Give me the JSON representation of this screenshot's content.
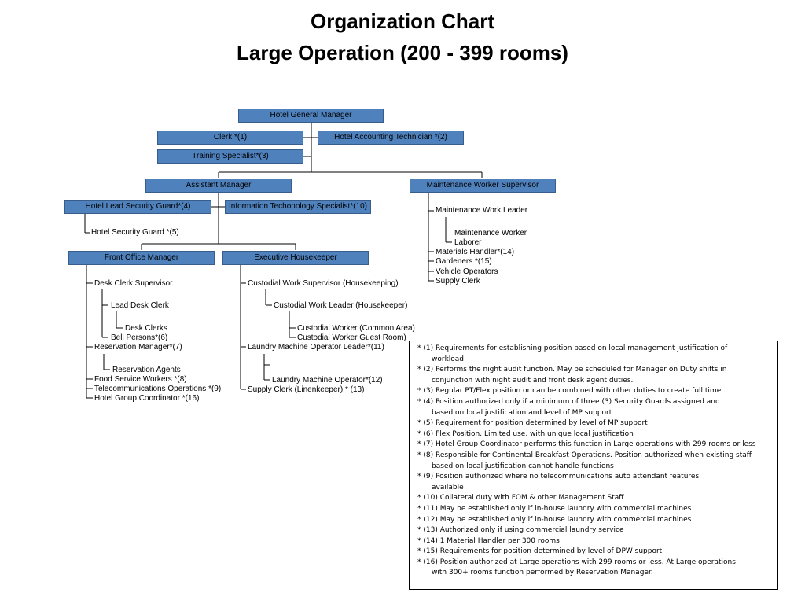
{
  "title": {
    "line1": "Organization Chart",
    "line2": "Large Operation (200 - 399 rooms)"
  },
  "boxes": {
    "general_manager": "Hotel General Manager",
    "clerk": "Clerk *(1)",
    "accounting_technician": "Hotel Accounting Technician *(2)",
    "training_specialist": "Training Specialist*(3)",
    "assistant_manager": "Assistant Manager",
    "maintenance_supervisor": "Maintenance Worker Supervisor",
    "lead_security_guard": "Hotel Lead Security Guard*(4)",
    "it_specialist": "Information Techonology Specialist*(10)",
    "front_office_manager": "Front Office Manager",
    "executive_housekeeper": "Executive Housekeeper"
  },
  "security": {
    "guard": "Hotel Security Guard *(5)"
  },
  "maintenance": {
    "work_leader": "Maintenance Work Leader",
    "worker_line1": "Maintenance Worker",
    "worker_line2": "Laborer",
    "materials_handler": "Materials Handler*(14)",
    "gardeners": "Gardeners *(15)",
    "vehicle_operators": "Vehicle Operators",
    "supply_clerk": "Supply Clerk"
  },
  "front_office": {
    "desk_clerk_supervisor": "Desk Clerk Supervisor",
    "lead_desk_clerk": "Lead Desk Clerk",
    "desk_clerks": "Desk Clerks",
    "bell_persons": "Bell Persons*(6)",
    "reservation_manager": "Reservation Manager*(7)",
    "reservation_agents": "Reservation Agents",
    "food_service": "Food Service Workers *(8)",
    "telecom": "Telecommunications Operations *(9)",
    "group_coordinator": "Hotel Group Coordinator *(16)"
  },
  "housekeeping": {
    "custodial_supervisor": "Custodial Work Supervisor (Housekeeping)",
    "custodial_leader": "Custodial Work Leader (Housekeeper)",
    "custodial_common": "Custodial Worker (Common Area)",
    "custodial_guest": "Custodial Worker Guest Room)",
    "laundry_leader": "Laundry Machine Operator Leader*(11)",
    "laundry_operator": "Laundry Machine Operator*(12)",
    "supply_clerk": "Supply Clerk (Linenkeeper) * (13)"
  },
  "notes": [
    "*  (1)  Requirements for establishing position based on local management justification of",
    "workload",
    "*  (2) Performs the night audit function. May be scheduled for Manager on Duty shifts in",
    "conjunction with night audit and front desk agent duties.",
    "*  (3) Regular PT/Flex position or can be combined with other duties to create full time",
    "*  (4)  Position authorized only if a minimum of three (3) Security Guards assigned and",
    "based on local justification and level of MP support",
    "*  (5) Requirement for position determined by level of MP support",
    "*  (6) Flex Position.  Limited use, with unique local justification",
    "*  (7) Hotel Group Coordinator performs this function in Large operations with 299 rooms or less",
    "*  (8) Responsible for Continental Breakfast Operations. Position authorized when existing staff",
    "based on local justification cannot handle functions",
    "*  (9) Position authorized where no telecommunications auto attendant features",
    "available",
    "*  (10) Collateral duty with FOM & other Management Staff",
    "*  (11) May be established only if  in-house laundry with commercial machines",
    "*  (12) May be established only if  in-house laundry with commercial machines",
    "*  (13) Authorized only if  using commercial laundry service",
    "*  (14) 1 Material Handler per 300 rooms",
    "*  (15) Requirements for position determined by level of DPW support",
    "* (16)  Position authorized at Large operations with 299 rooms or less.  At Large operations",
    "with 300+ rooms function performed by Reservation Manager."
  ]
}
